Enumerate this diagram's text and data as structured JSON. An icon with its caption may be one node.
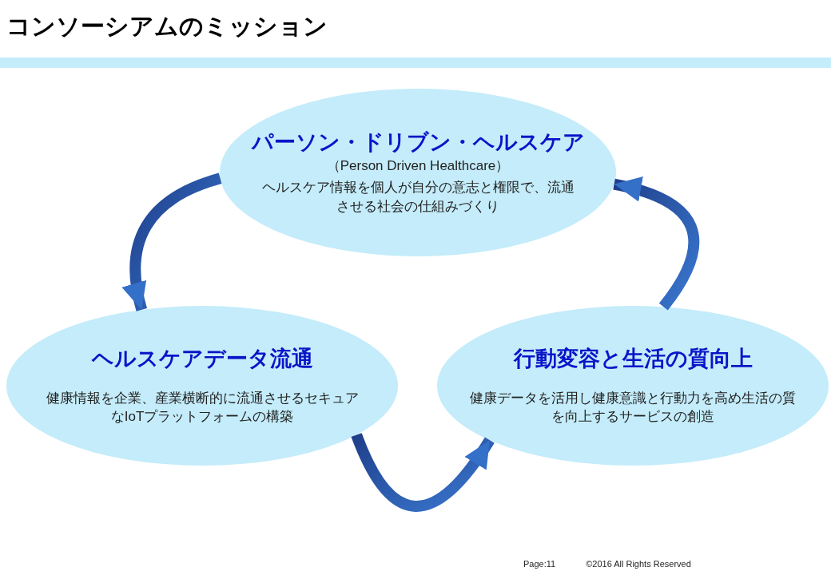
{
  "diagram": {
    "title": "コンソーシアムのミッション",
    "nodes": [
      {
        "text": [
          "パーソン・ドリブン・ヘルスケア",
          "（Person Driven Healthcare）",
          "ヘルスケア情報を個人が自分の意志と権限で、流通させる社会の仕組みづくり"
        ]
      },
      {
        "text": [
          "ヘルスケアデータ流通",
          "健康情報を企業、産業横断的に流通させるセキュアなIoTプラットフォームの構築"
        ]
      },
      {
        "text": [
          "行動変容と生活の質向上",
          "健康データを活用し健康意識と行動力を高め生活の質を向上するサービスの創造"
        ]
      }
    ],
    "edges": [
      {
        "from": 0,
        "to": 1,
        "arrow": "to"
      },
      {
        "from": 1,
        "to": 2,
        "arrow": "to"
      },
      {
        "from": 2,
        "to": 0,
        "arrow": "to"
      }
    ],
    "labels": [
      "Page:11",
      "©2016 All Rights Reserved"
    ]
  }
}
